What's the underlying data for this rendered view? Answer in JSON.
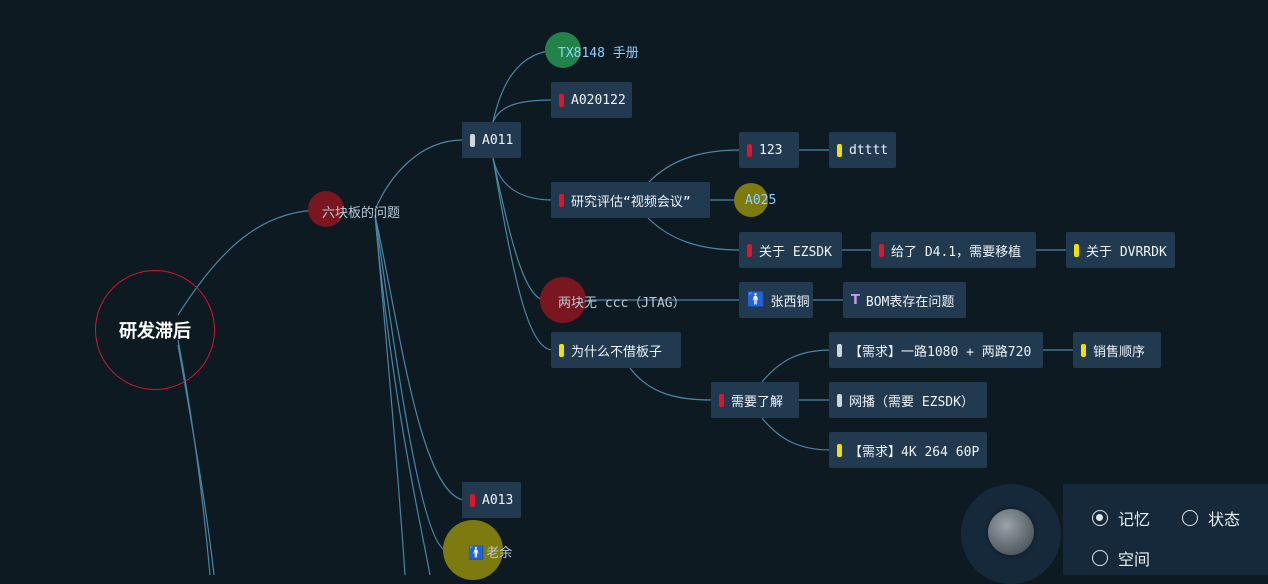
{
  "root": {
    "label": "研发滞后"
  },
  "topic": {
    "label": "六块板的问题"
  },
  "nodes": {
    "a011": "A011",
    "tx8148": "TX8148 手册",
    "a020122": "A020122",
    "research": "研究评估“视频会议”",
    "n123": "123",
    "dtttt": "dtttt",
    "a025": "A025",
    "ezsdk": "关于 EZSDK",
    "gei": "给了 D4.1，需要移植",
    "dvrrdk": "关于 DVRRDK",
    "liangkuai": "两块无 ccc（JTAG）",
    "zhang": "张西铜",
    "bom": "BOM表存在问题",
    "weishenme": "为什么不借板子",
    "xuyao": "需要了解",
    "req1080": "【需求】一路1080 + 两路720",
    "xiaoshou": "销售顺序",
    "wangbo": "网播（需要 EZSDK）",
    "req4k": "【需求】4K 264 60P",
    "a013": "A013",
    "laoyu": "老余"
  },
  "colors": {
    "background": "#0d1a22",
    "node": "#223a50",
    "link": "#4a86a6",
    "marker_red": "#e0142b",
    "marker_yellow": "#f3e000",
    "marker_white": "#cfd6dc",
    "root_ring": "#d21632"
  },
  "controls": {
    "memory": "记忆",
    "state": "状态",
    "space": "空间",
    "selected": "记忆"
  }
}
